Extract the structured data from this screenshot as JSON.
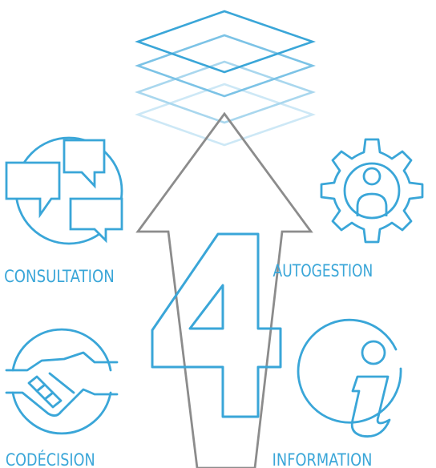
{
  "colors": {
    "accent": "#3aa6d8",
    "arrow": "#8c8c8c",
    "layer_fade_1": "#7cc3e6",
    "layer_fade_2": "#a9d7ee",
    "layer_fade_3": "#cde8f6"
  },
  "central_number": "4",
  "levels": [
    {
      "id": "consultation",
      "label": "CONSULTATION",
      "icon": "speech-bubbles-icon"
    },
    {
      "id": "autogestion",
      "label": "AUTOGESTION",
      "icon": "gear-person-icon"
    },
    {
      "id": "codecision",
      "label": "CODÉCISION",
      "icon": "handshake-icon"
    },
    {
      "id": "information",
      "label": "INFORMATION",
      "icon": "info-icon"
    }
  ]
}
